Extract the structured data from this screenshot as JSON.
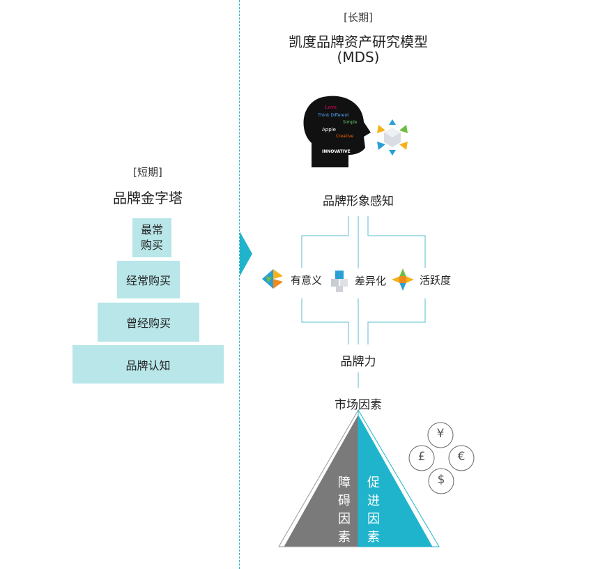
{
  "left": {
    "period": "[短期]",
    "title": "品牌金字塔",
    "tiers": [
      "最常\n购买",
      "经常购买",
      "曾经购买",
      "品牌认知"
    ]
  },
  "right": {
    "period": "[长期]",
    "title": "凯度品牌资产研究模型",
    "subtitle": "(MDS)",
    "head_words": [
      "Love",
      "Think Different",
      "Apple",
      "Simple",
      "Creative",
      "INNOVATIVE"
    ],
    "perception": "品牌形象感知",
    "attributes": [
      "有意义",
      "差异化",
      "活跃度"
    ],
    "brand_power": "品牌力",
    "market": "市场因素",
    "barrier": "障碍因素",
    "promoter": "促进因素",
    "currency": [
      "¥",
      "£",
      "€",
      "$"
    ]
  },
  "colors": {
    "teal": "#1fb4cc",
    "pale_teal": "#b8e6e9",
    "gray": "#7a7a7a",
    "line": "#8fd3de"
  }
}
